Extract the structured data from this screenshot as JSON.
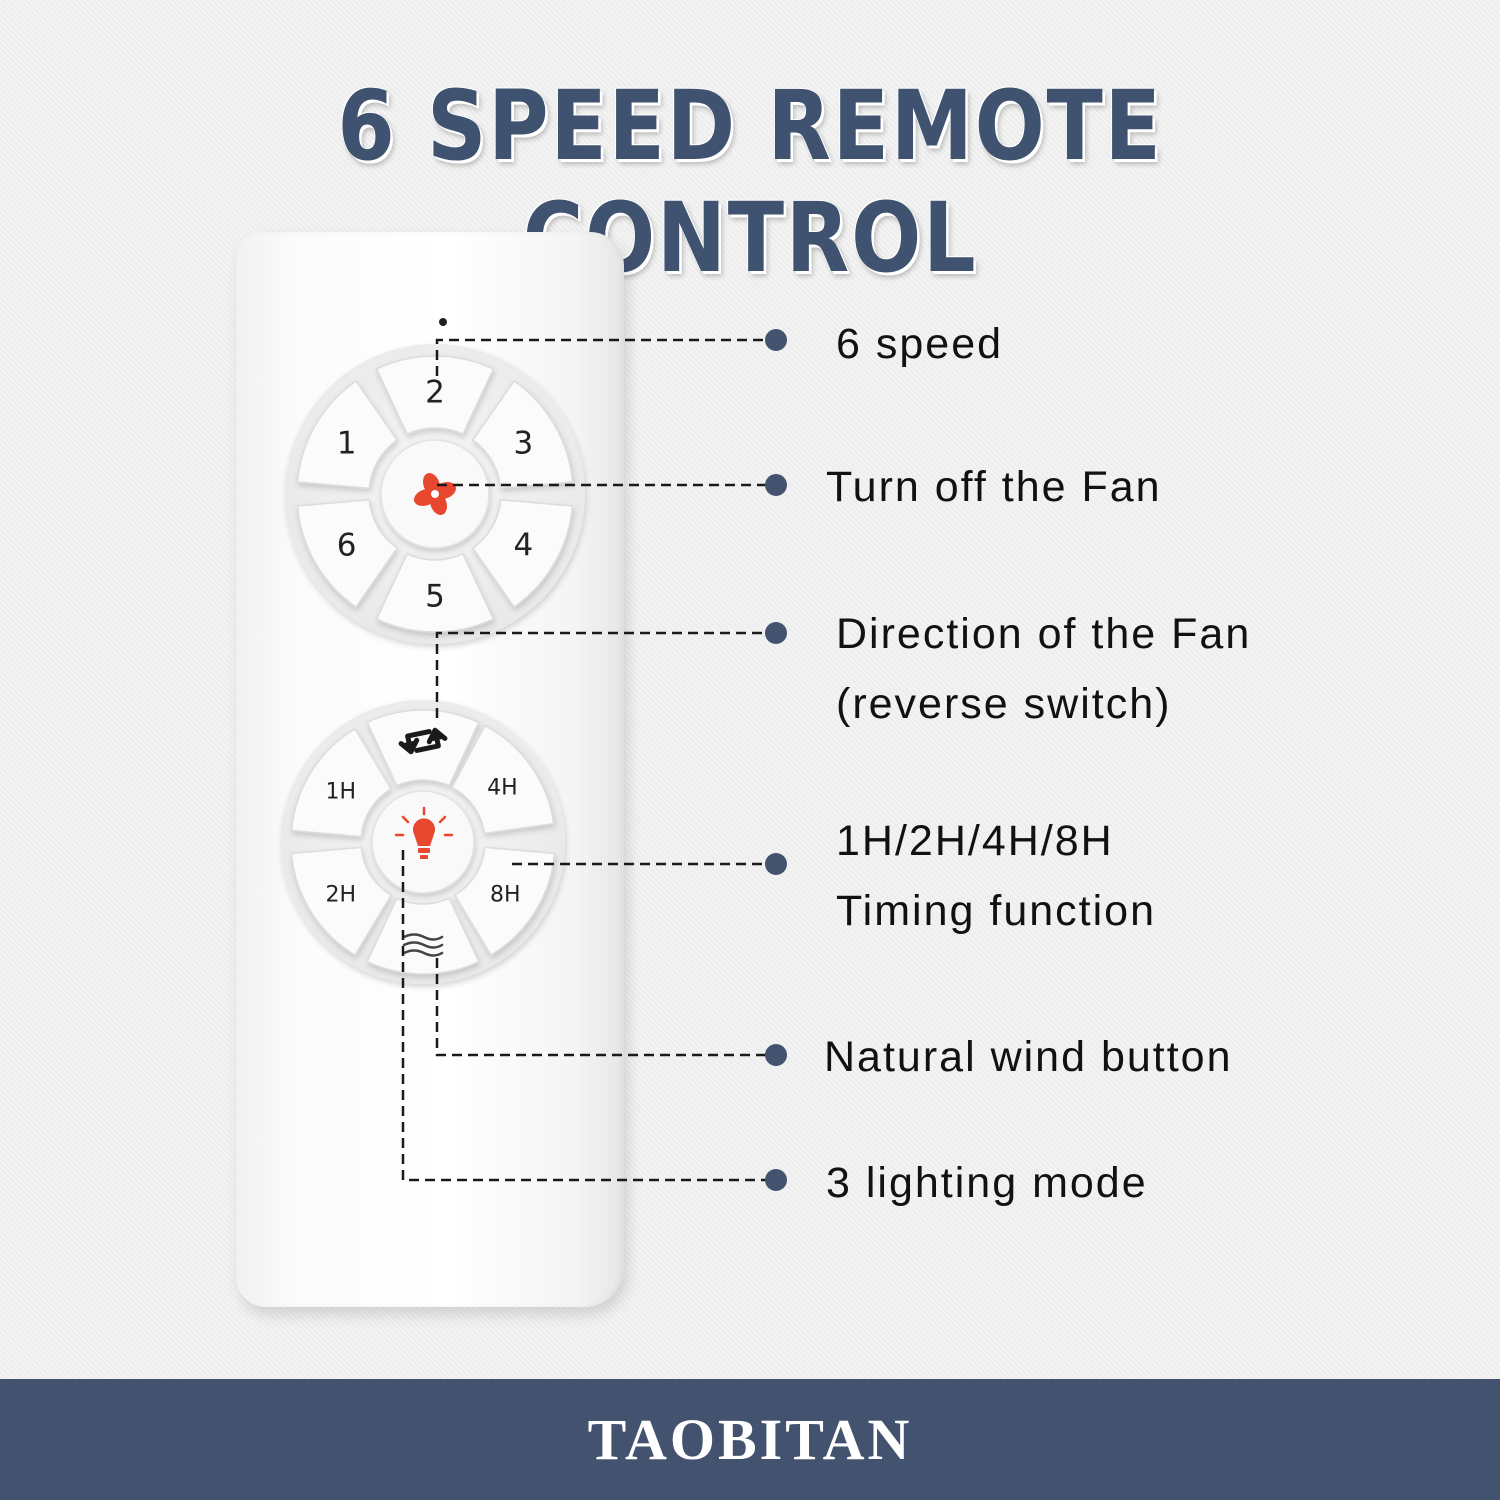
{
  "title": "6 SPEED REMOTE CONTROL",
  "remote": {
    "speed_buttons": [
      "1",
      "2",
      "3",
      "4",
      "5",
      "6"
    ],
    "timer_buttons": [
      "1H",
      "2H",
      "4H",
      "8H"
    ]
  },
  "callouts": {
    "speed": "6 speed",
    "fan_off": "Turn off the Fan",
    "direction_line1": "Direction of the Fan",
    "direction_line2": "(reverse switch)",
    "timing_line1": "1H/2H/4H/8H",
    "timing_line2": "Timing function",
    "natural_wind": "Natural wind button",
    "lighting": "3 lighting mode"
  },
  "brand": "TAOBITAN",
  "icons": [
    "fan-icon",
    "reverse-arrows-icon",
    "bulb-icon",
    "wave-icon"
  ],
  "colors": {
    "title": "#3f5270",
    "footer": "#43536f",
    "accent": "#e8472f",
    "callout_line": "#1a1a1a",
    "callout_dot": "#43536f"
  }
}
